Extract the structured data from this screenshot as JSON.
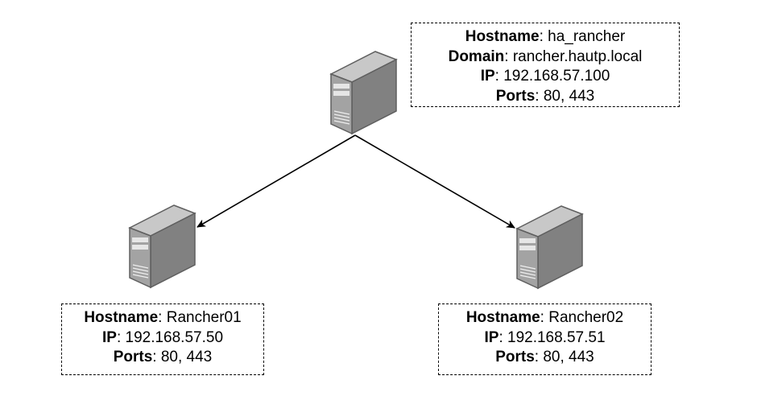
{
  "nodes": {
    "main": {
      "rows": [
        {
          "key": "Hostname",
          "sep": ": ",
          "value": "ha_rancher"
        },
        {
          "key": "Domain",
          "sep": ": ",
          "value": "rancher.hautp.local"
        },
        {
          "key": "IP",
          "sep": ": ",
          "value": "192.168.57.100"
        },
        {
          "key": "Ports",
          "sep": ": ",
          "value": "80, 443"
        }
      ]
    },
    "rancher01": {
      "rows": [
        {
          "key": "Hostname",
          "sep": ": ",
          "value": "Rancher01"
        },
        {
          "key": "IP",
          "sep": ": ",
          "value": "192.168.57.50"
        },
        {
          "key": "Ports",
          "sep": ": ",
          "value": "80, 443"
        }
      ]
    },
    "rancher02": {
      "rows": [
        {
          "key": "Hostname",
          "sep": ": ",
          "value": "Rancher02"
        },
        {
          "key": "IP",
          "sep": ": ",
          "value": "192.168.57.51"
        },
        {
          "key": "Ports",
          "sep": ": ",
          "value": "80, 443"
        }
      ]
    }
  },
  "edges": [
    {
      "from": "main",
      "to": "rancher01"
    },
    {
      "from": "main",
      "to": "rancher02"
    }
  ],
  "colors": {
    "server_front": "#a3a3a3",
    "server_side": "#818181",
    "server_top": "#c8c8c8",
    "server_outline": "#5f5f5f",
    "line": "#000000"
  }
}
